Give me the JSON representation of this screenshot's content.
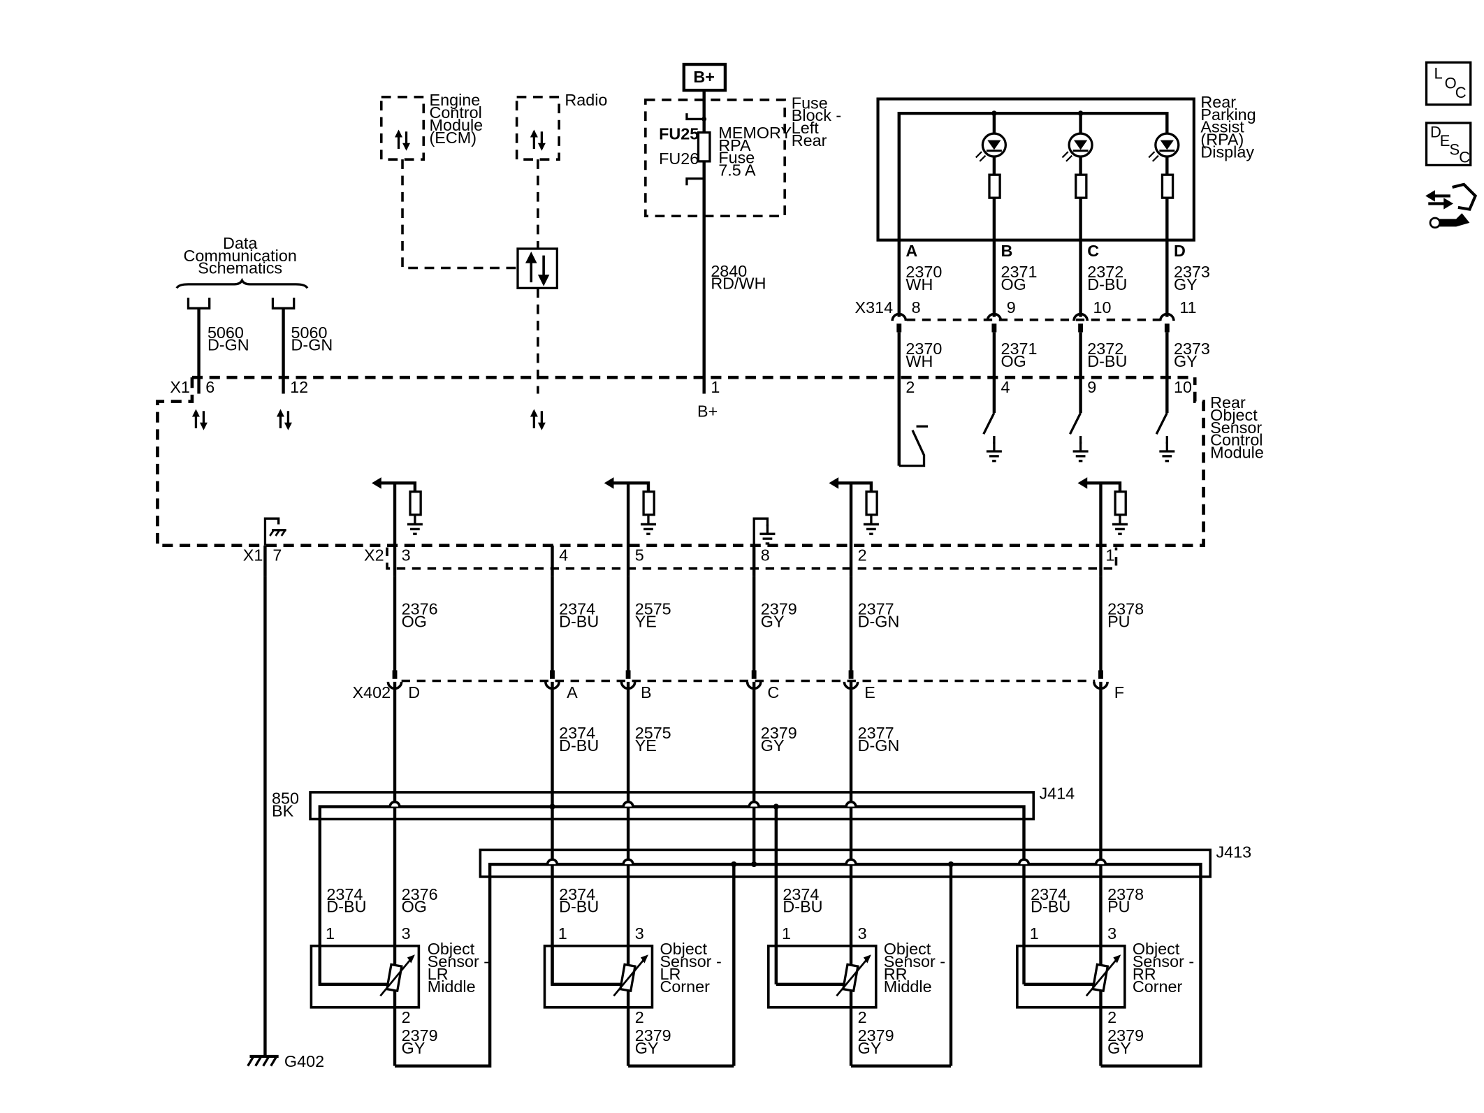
{
  "labels": {
    "dcs": [
      "Data",
      "Communication",
      "Schematics"
    ],
    "ecm": [
      "Engine",
      "Control",
      "Module",
      "(ECM)"
    ],
    "radio": "Radio",
    "bplus_box": "B+",
    "fuse_block": [
      "Fuse",
      "Block -",
      "Left",
      "Rear"
    ],
    "fu25": "FU25",
    "fu26": "FU26",
    "fuse_text": [
      "MEMORY",
      "RPA",
      "Fuse",
      "7.5 A"
    ],
    "rpa_display": [
      "Rear",
      "Parking",
      "Assist",
      "(RPA)",
      "Display"
    ],
    "rosm": [
      "Rear",
      "Object",
      "Sensor",
      "Control",
      "Module"
    ],
    "bplus_pin": "B+",
    "x1": "X1",
    "x2": "X2",
    "x314": "X314",
    "x402": "X402",
    "j414": "J414",
    "j413": "J413",
    "g402": "G402"
  },
  "wires": {
    "dcs_a": [
      "5060",
      "D-GN"
    ],
    "dcs_b": [
      "5060",
      "D-GN"
    ],
    "bplus": [
      "2840",
      "RD/WH"
    ],
    "rpa_a": [
      "2370",
      "WH"
    ],
    "rpa_b": [
      "2371",
      "OG"
    ],
    "rpa_c": [
      "2372",
      "D-BU"
    ],
    "rpa_d": [
      "2373",
      "GY"
    ],
    "x2_3": [
      "2376",
      "OG"
    ],
    "x2_4": [
      "2374",
      "D-BU"
    ],
    "x2_5": [
      "2575",
      "YE"
    ],
    "x2_8": [
      "2379",
      "GY"
    ],
    "x2_2": [
      "2377",
      "D-GN"
    ],
    "x2_1": [
      "2378",
      "PU"
    ],
    "x402_a": [
      "2374",
      "D-BU"
    ],
    "x402_b": [
      "2575",
      "YE"
    ],
    "x402_c": [
      "2379",
      "GY"
    ],
    "x402_e": [
      "2377",
      "D-GN"
    ],
    "ground": [
      "850",
      "BK"
    ]
  },
  "pins": {
    "x1_6": "6",
    "x1_12": "12",
    "x1_1": "1",
    "x1_2": "2",
    "x1_4": "4",
    "x1_9": "9",
    "x1_10": "10",
    "x1_7": "7",
    "disp_a": "A",
    "disp_b": "B",
    "disp_c": "C",
    "disp_d": "D",
    "x314_8": "8",
    "x314_9": "9",
    "x314_10": "10",
    "x314_11": "11",
    "x2_3": "3",
    "x2_4": "4",
    "x2_5": "5",
    "x2_8": "8",
    "x2_2": "2",
    "x2_1": "1",
    "x402_d": "D",
    "x402_a": "A",
    "x402_b": "B",
    "x402_c": "C",
    "x402_e": "E",
    "x402_f": "F"
  },
  "sensors": [
    {
      "name": [
        "Object",
        "Sensor -",
        "LR",
        "Middle"
      ],
      "wire_1": [
        "2374",
        "D-BU"
      ],
      "wire_3": [
        "2376",
        "OG"
      ],
      "wire_2": [
        "2379",
        "GY"
      ],
      "pin_1": "1",
      "pin_3": "3",
      "pin_2": "2"
    },
    {
      "name": [
        "Object",
        "Sensor -",
        "LR",
        "Corner"
      ],
      "wire_1": [
        "2374",
        "D-BU"
      ],
      "wire_3": [
        "2575",
        "YE"
      ],
      "wire_2": [
        "2379",
        "GY"
      ],
      "pin_1": "1",
      "pin_3": "3",
      "pin_2": "2"
    },
    {
      "name": [
        "Object",
        "Sensor -",
        "RR",
        "Middle"
      ],
      "wire_1": [
        "2374",
        "D-BU"
      ],
      "wire_3": [
        "2377",
        "D-GN"
      ],
      "wire_2": [
        "2379",
        "GY"
      ],
      "pin_1": "1",
      "pin_3": "3",
      "pin_2": "2"
    },
    {
      "name": [
        "Object",
        "Sensor -",
        "RR",
        "Corner"
      ],
      "wire_1": [
        "2374",
        "D-BU"
      ],
      "wire_3": [
        "2378",
        "PU"
      ],
      "wire_2": [
        "2379",
        "GY"
      ],
      "pin_1": "1",
      "pin_3": "3",
      "pin_2": "2"
    }
  ],
  "nav": {
    "loc": [
      "L",
      "O",
      "C"
    ],
    "desc": [
      "D",
      "E",
      "S",
      "C"
    ],
    "connector_icon": "connector-icon"
  }
}
